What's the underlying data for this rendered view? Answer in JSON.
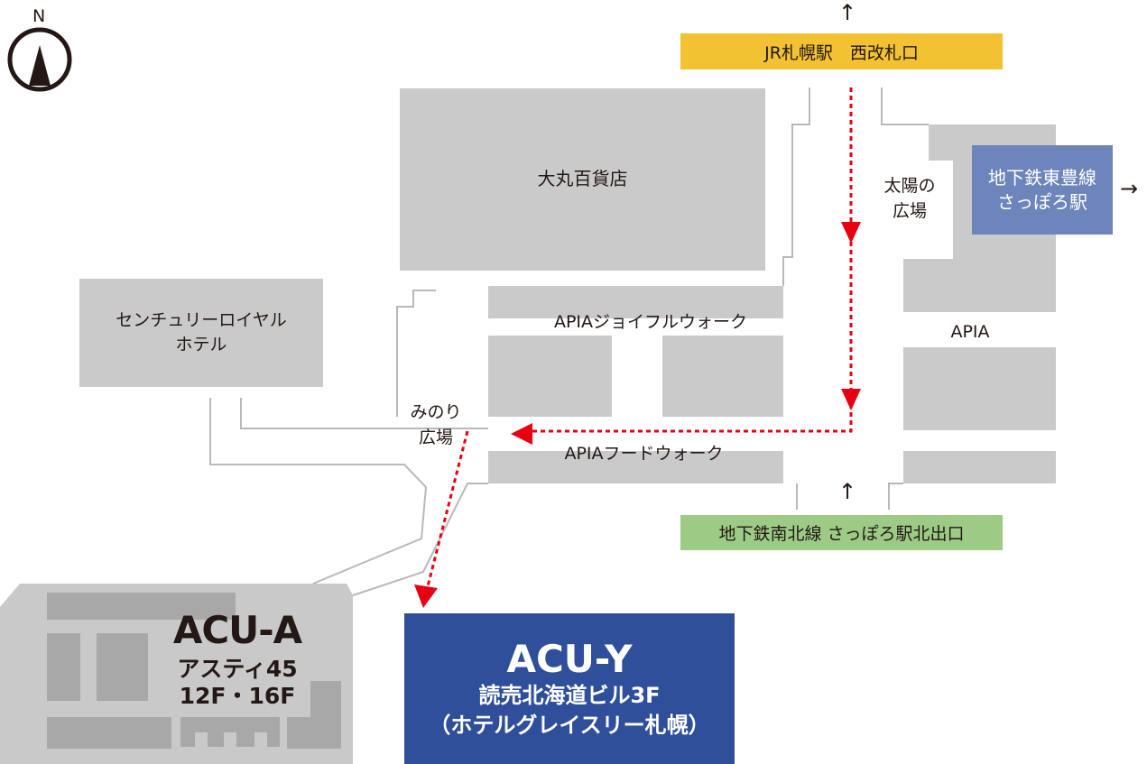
{
  "compass": {
    "label": "N",
    "icon": "north-arrow-icon"
  },
  "exits": {
    "jr_west": {
      "label": "JR札幌駅　西改札口",
      "color": "#f2c232"
    },
    "toho": {
      "line1": "地下鉄東豊線",
      "line2": "さっぽろ駅",
      "color": "#6d85bb"
    },
    "nanboku": {
      "label": "地下鉄南北線 さっぽろ駅北出口",
      "color": "#9dcb86"
    }
  },
  "buildings": {
    "daimaru": "大丸百貨店",
    "century_royal": {
      "line1": "センチュリーロイヤル",
      "line2": "ホテル"
    },
    "apia_joyful": "APIAジョイフルウォーク",
    "apia_food": "APIAフードウォーク",
    "apia": "APIA",
    "color": "#cacaca"
  },
  "plazas": {
    "taiyo": {
      "line1": "太陽の",
      "line2": "広場"
    },
    "minori": {
      "line1": "みのり",
      "line2": "広場"
    }
  },
  "acu_a": {
    "name": "ACU-A",
    "sub": "アスティ45",
    "floors": "12F・16F",
    "color": "#c9c9c9"
  },
  "acu_y": {
    "name": "ACU-Y",
    "line1": "読売北海道ビル3F",
    "line2": "（ホテルグレイスリー札幌）",
    "color": "#2f4f9b"
  },
  "route": {
    "color": "#e60012",
    "icon": "route-arrow-icon"
  },
  "direction_arrows": {
    "up": "↑",
    "right": "→"
  }
}
